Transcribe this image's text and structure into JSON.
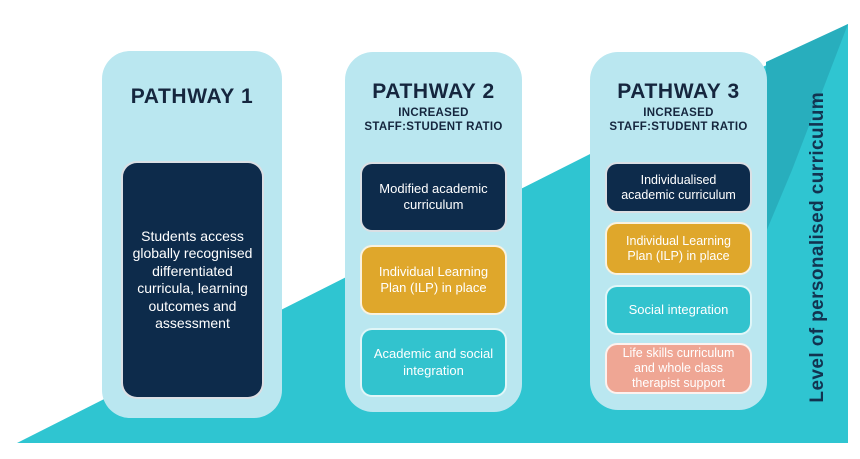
{
  "ramp": {
    "label": "Level of personalised curriculum"
  },
  "colors": {
    "wedge": "#2fc5d1",
    "wedge_dark": "#28aebd",
    "card": "#bae7f0",
    "navy": "#0d2b4b",
    "gold": "#dfa72b",
    "teal": "#32c3ce",
    "salmon": "#efa694",
    "title": "#15263e"
  },
  "pathways": [
    {
      "title": "PATHWAY 1",
      "subtitle_line1": "",
      "subtitle_line2": "",
      "boxes": [
        {
          "type": "navy",
          "label": "Students access globally recognised differentiated curricula, learning outcomes and assessment"
        }
      ]
    },
    {
      "title": "PATHWAY 2",
      "subtitle_line1": "INCREASED",
      "subtitle_line2": "STAFF:STUDENT RATIO",
      "boxes": [
        {
          "type": "navy",
          "label": "Modified academic curriculum"
        },
        {
          "type": "gold",
          "label": "Individual Learning Plan (ILP) in place"
        },
        {
          "type": "teal",
          "label": "Academic and social integration"
        }
      ]
    },
    {
      "title": "PATHWAY 3",
      "subtitle_line1": "INCREASED",
      "subtitle_line2": "STAFF:STUDENT RATIO",
      "boxes": [
        {
          "type": "navy",
          "label": "Individualised academic curriculum"
        },
        {
          "type": "gold",
          "label": "Individual Learning Plan (ILP) in place"
        },
        {
          "type": "teal",
          "label": "Social integration"
        },
        {
          "type": "salmon",
          "label": "Life skills curriculum and whole class therapist support"
        }
      ]
    }
  ]
}
